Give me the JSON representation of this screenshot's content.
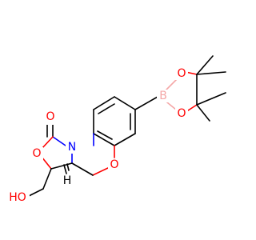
{
  "molecule": {
    "colors": {
      "carbon": "#000000",
      "oxygen": "#ff0000",
      "nitrogen": "#0000ff",
      "boron": "#f4a7a7"
    },
    "atoms": {
      "carbonyl_O": "O",
      "ring_O_oxazolidinone": "O",
      "N": "N",
      "ring_O_oxazine": "O",
      "boronate_O_upper": "O",
      "boronate_O_lower": "O",
      "B": "B",
      "hydroxyl": "HO",
      "stereo_H": "H"
    }
  }
}
